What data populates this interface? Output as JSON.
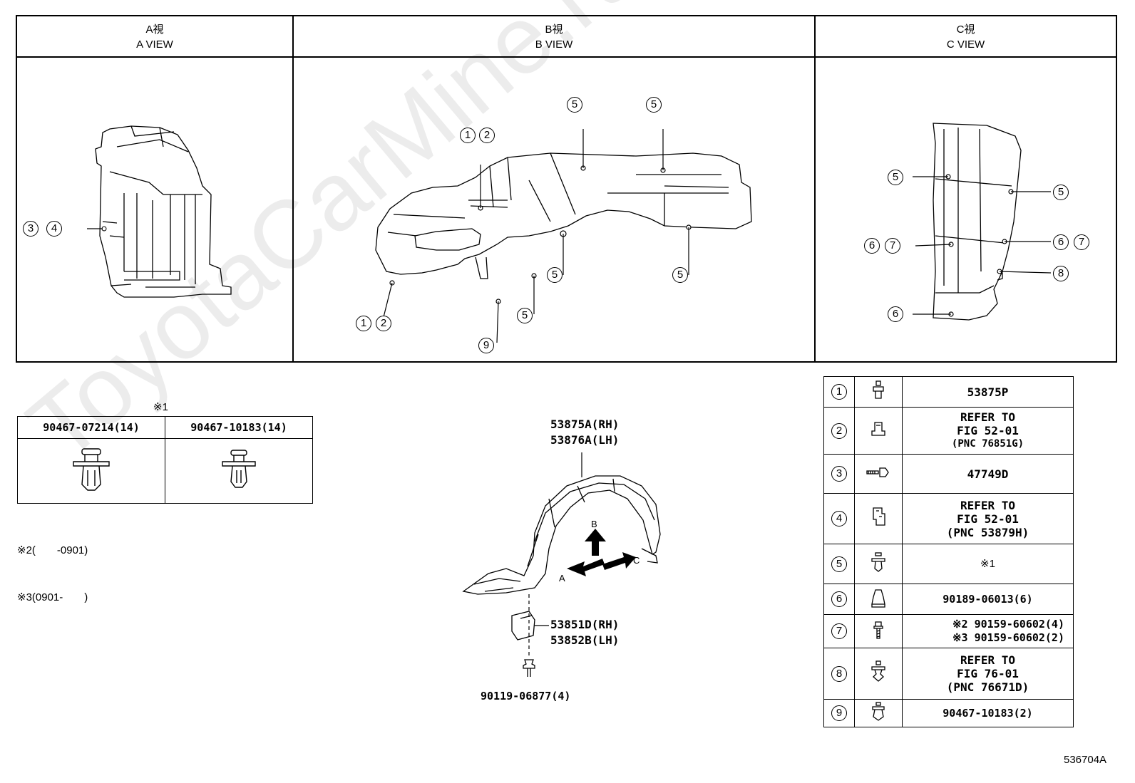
{
  "views": [
    {
      "label_jp": "A視",
      "label_en": "A VIEW"
    },
    {
      "label_jp": "B視",
      "label_en": "B VIEW"
    },
    {
      "label_jp": "C視",
      "label_en": "C VIEW"
    }
  ],
  "callouts": {
    "a": [
      {
        "nums": [
          "3",
          "4"
        ]
      }
    ],
    "b": [
      {
        "nums": [
          "1",
          "2"
        ]
      },
      {
        "nums": [
          "5"
        ]
      },
      {
        "nums": [
          "5"
        ]
      },
      {
        "nums": [
          "5"
        ]
      },
      {
        "nums": [
          "5"
        ]
      },
      {
        "nums": [
          "5"
        ]
      },
      {
        "nums": [
          "1",
          "2"
        ]
      },
      {
        "nums": [
          "9"
        ]
      }
    ],
    "c": [
      {
        "nums": [
          "5"
        ]
      },
      {
        "nums": [
          "5"
        ]
      },
      {
        "nums": [
          "6",
          "7"
        ]
      },
      {
        "nums": [
          "6",
          "7"
        ]
      },
      {
        "nums": [
          "8"
        ]
      },
      {
        "nums": [
          "6"
        ]
      }
    ]
  },
  "clip_table": {
    "mark": "※1",
    "columns": [
      "90467-07214(14)",
      "90467-10183(14)"
    ]
  },
  "notes": [
    "※2(　　-0901)",
    "※3(0901-　　)"
  ],
  "main_labels": {
    "liner_rh": "53875A(RH)",
    "liner_lh": "53876A(LH)",
    "flap_rh": "53851D(RH)",
    "flap_lh": "53852B(LH)",
    "screw": "90119-06877(4)",
    "arrow_a": "A",
    "arrow_b": "B",
    "arrow_c": "C"
  },
  "parts": [
    {
      "num": "1",
      "icon": "screw-grommet-icon",
      "ref": [
        "53875P"
      ]
    },
    {
      "num": "2",
      "icon": "nut-clip-icon",
      "ref": [
        "REFER TO",
        "FIG 52-01",
        "(PNC 76851G)"
      ]
    },
    {
      "num": "3",
      "icon": "screw-with-clip-icon",
      "ref": [
        "47749D"
      ]
    },
    {
      "num": "4",
      "icon": "bracket-clip-icon",
      "ref": [
        "REFER TO",
        "FIG 52-01",
        "(PNC 53879H)"
      ]
    },
    {
      "num": "5",
      "icon": "push-clip-icon",
      "ref": [
        "※1"
      ]
    },
    {
      "num": "6",
      "icon": "nut-icon",
      "ref": [
        "90189-06013(6)"
      ]
    },
    {
      "num": "7",
      "icon": "screw-icon",
      "ref": [
        "※2 90159-60602(4)",
        "※3 90159-60602(2)"
      ]
    },
    {
      "num": "8",
      "icon": "christmas-clip-icon",
      "ref": [
        "REFER TO",
        "FIG 76-01",
        "(PNC 76671D)"
      ]
    },
    {
      "num": "9",
      "icon": "push-rivet-icon",
      "ref": [
        "90467-10183(2)"
      ]
    }
  ],
  "figure_id": "536704A",
  "watermark": "ToyotaCarMine.ru"
}
